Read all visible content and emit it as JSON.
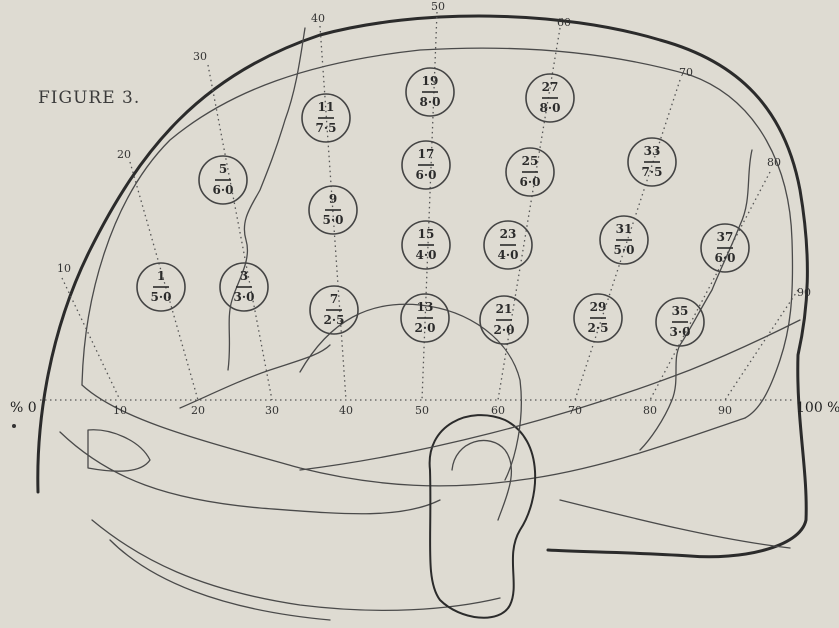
{
  "figure": {
    "title": "FIGURE 3."
  },
  "edge_labels": {
    "left": "% 0",
    "right": "100 %"
  },
  "baseline_ticks": [
    "10",
    "20",
    "30",
    "40",
    "50",
    "60",
    "70",
    "80",
    "90"
  ],
  "arc_ticks": [
    "10",
    "20",
    "30",
    "40",
    "50",
    "60",
    "70",
    "80",
    "90"
  ],
  "fractions": [
    {
      "num": "1",
      "den": "5·0"
    },
    {
      "num": "3",
      "den": "3·0"
    },
    {
      "num": "5",
      "den": "6·0"
    },
    {
      "num": "7",
      "den": "2·5"
    },
    {
      "num": "9",
      "den": "5·0"
    },
    {
      "num": "11",
      "den": "7·5"
    },
    {
      "num": "13",
      "den": "2·0"
    },
    {
      "num": "15",
      "den": "4·0"
    },
    {
      "num": "17",
      "den": "6·0"
    },
    {
      "num": "19",
      "den": "8·0"
    },
    {
      "num": "21",
      "den": "2·0"
    },
    {
      "num": "23",
      "den": "4·0"
    },
    {
      "num": "25",
      "den": "6·0"
    },
    {
      "num": "27",
      "den": "8·0"
    },
    {
      "num": "29",
      "den": "2·5"
    },
    {
      "num": "31",
      "den": "5·0"
    },
    {
      "num": "33",
      "den": "7·5"
    },
    {
      "num": "35",
      "den": "3·0"
    },
    {
      "num": "37",
      "den": "6·0"
    }
  ]
}
